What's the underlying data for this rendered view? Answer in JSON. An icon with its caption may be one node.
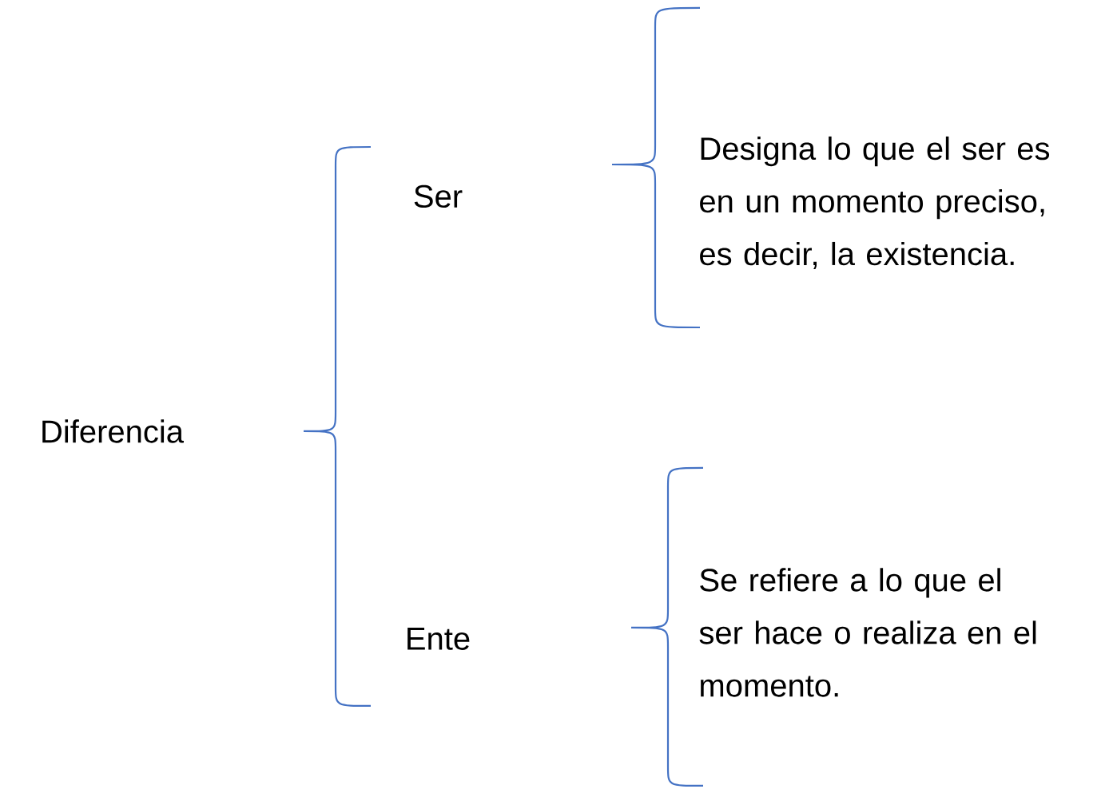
{
  "diagram": {
    "labels": [
      "Designa lo que el ser es en un momento preciso, es decir, la existencia.",
      "Ser",
      "Diferencia",
      "Se refiere a lo que el ser hace o realiza en el momento.",
      "Ente"
    ]
  }
}
